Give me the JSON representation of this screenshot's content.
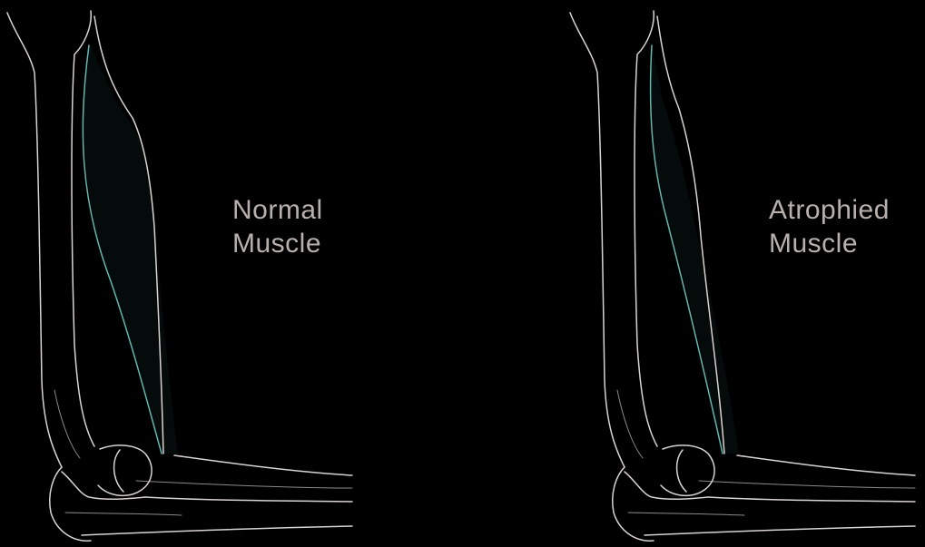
{
  "labels": {
    "normal": [
      "Normal",
      "Muscle"
    ],
    "atrophied": [
      "Atrophied",
      "Muscle"
    ]
  },
  "colors": {
    "background": "#000000",
    "bone_outline": "#d9d3d0",
    "muscle_edge": "#62b8b0",
    "label_text": "#b8b0ad"
  }
}
